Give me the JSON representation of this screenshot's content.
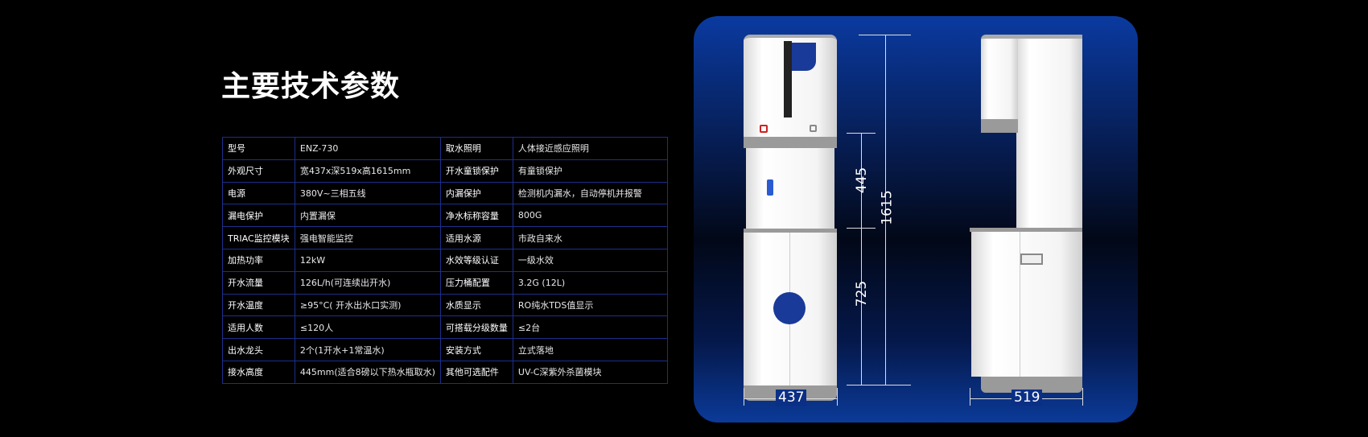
{
  "title": "主要技术参数",
  "specs": [
    [
      "型号",
      "ENZ-730",
      "取水照明",
      "人体接近感应照明"
    ],
    [
      "外观尺寸",
      "宽437x深519x高1615mm",
      "开水童锁保护",
      "有童锁保护"
    ],
    [
      "电源",
      "380V~三相五线",
      "内漏保护",
      "检测机内漏水，自动停机并报警"
    ],
    [
      "漏电保护",
      "内置漏保",
      "净水标称容量",
      "800G"
    ],
    [
      "TRIAC监控模块",
      "强电智能监控",
      "适用水源",
      "市政自来水"
    ],
    [
      "加热功率",
      "12kW",
      "水效等级认证",
      "一级水效"
    ],
    [
      "开水流量",
      "126L/h(可连续出开水)",
      "压力桶配置",
      "3.2G (12L)"
    ],
    [
      "开水温度",
      "≥95°C( 开水出水口实测)",
      "水质显示",
      "RO纯水TDS值显示"
    ],
    [
      "适用人数",
      "≤120人",
      "可搭载分级数量",
      "≤2台"
    ],
    [
      "出水龙头",
      "2个(1开水+1常温水)",
      "安装方式",
      "立式落地"
    ],
    [
      "接水高度",
      "445mm(适合8磅以下热水瓶取水)",
      "其他可选配件",
      "UV-C深紫外杀菌模块"
    ]
  ],
  "dimensions": {
    "width": "437",
    "depth": "519",
    "height": "1615",
    "tap_height": "445",
    "base_height": "725"
  }
}
